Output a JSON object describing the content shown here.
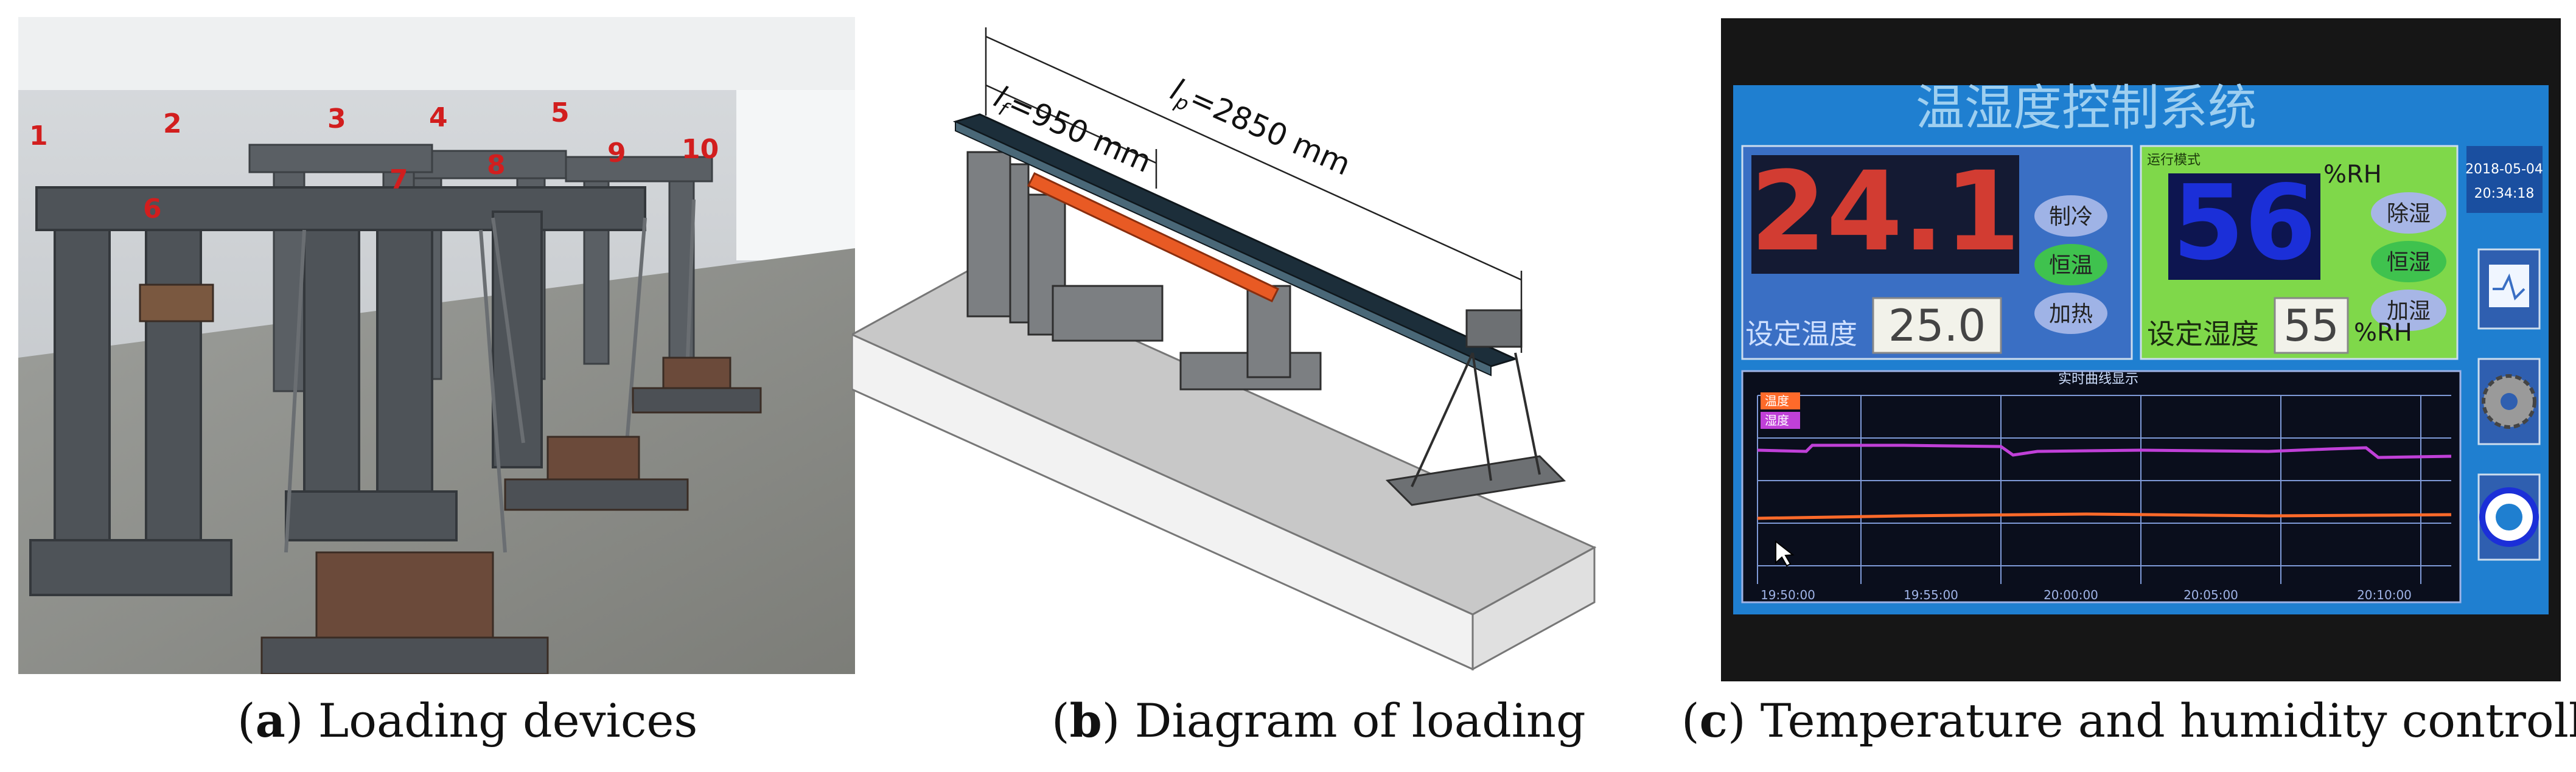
{
  "panel_a": {
    "device_numbers": [
      "1",
      "2",
      "3",
      "4",
      "5",
      "6",
      "7",
      "8",
      "9",
      "10"
    ]
  },
  "panel_b": {
    "dim_l_f": "l",
    "dim_l_f_sub": "f",
    "dim_l_f_value": "=950 mm",
    "dim_l_p": "l",
    "dim_l_p_sub": "p",
    "dim_l_p_value": "=2850 mm"
  },
  "panel_c": {
    "title": "温湿度控制系统",
    "temp_value": "24.1",
    "temp_btn_1": "制冷",
    "temp_btn_2": "恒温",
    "temp_btn_3": "加热",
    "temp_setpoint": "25.0",
    "temp_set_label": "设定温度",
    "hum_mode_label": "运行模式",
    "hum_value": "56",
    "hum_unit": "%RH",
    "hum_btn_1": "除湿",
    "hum_btn_2": "恒湿",
    "hum_btn_3": "加湿",
    "hum_set_label": "设定湿度",
    "hum_setpoint": "55",
    "hum_set_unit": "%RH",
    "date": "2018-05-04",
    "time": "20:34:18",
    "chart_title": "实时曲线显示",
    "legend_temp": "温度",
    "legend_hum": "湿度",
    "x_ticks": [
      "19:50:00",
      "19:55:00",
      "20:00:00",
      "20:05:00",
      "20:10:00"
    ]
  },
  "captions": {
    "a_letter": "a",
    "a_text": " Loading devices",
    "b_letter": "b",
    "b_text": " Diagram of loading",
    "c_letter": "c",
    "c_text": " Temperature and humidity controller"
  },
  "colors": {
    "steel": "#4e5358",
    "beam_orange": "#e85a24",
    "screen_blue": "#1f7fd0",
    "screen_green": "#7fd84a",
    "temp_red": "#d23c32",
    "hum_blue": "#1b2fd8",
    "curve_magenta": "#c040d8",
    "curve_orange": "#ff6a2a"
  }
}
